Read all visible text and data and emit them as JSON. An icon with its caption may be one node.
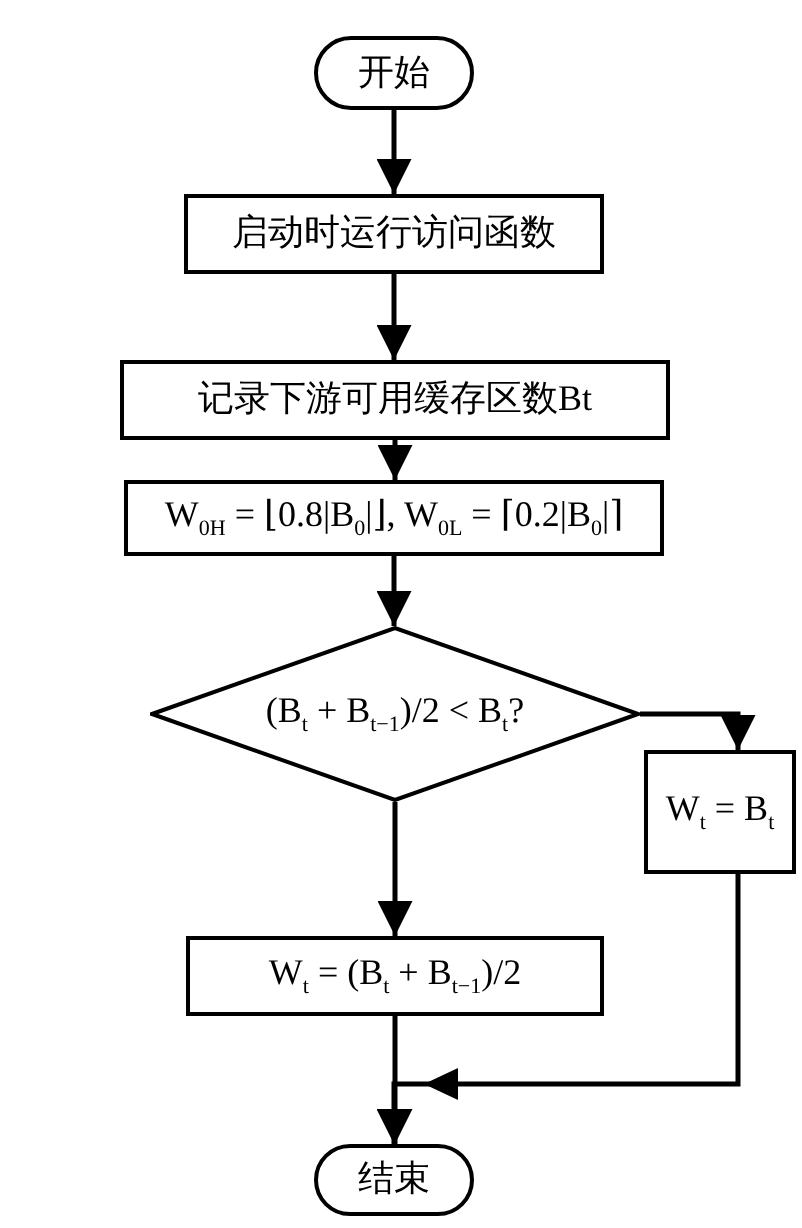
{
  "diagram": {
    "nodes": [
      {
        "text": [
          "开始"
        ]
      },
      {
        "text": [
          "启动时运行访问函数"
        ]
      },
      {
        "text": [
          "记录下游可用缓存区数Bt"
        ]
      },
      {
        "text": [
          "W$_{0H}$ = ⌊0.8|B$_{0}$|⌋, W$_{0L}$ = ⌈0.2|B$_{0}$|⌉"
        ]
      },
      {
        "text": [
          "(B$_{t}$ + B$_{t−1}$)/2 < B$_{t}$?"
        ]
      },
      {
        "text": [
          "W$_{t}$ = B$_{t}$"
        ]
      },
      {
        "text": [
          "W$_{t}$ = (B$_{t}$ + B$_{t−1}$)/2"
        ]
      },
      {
        "text": [
          "结束"
        ]
      }
    ],
    "edges": [
      {
        "from": 0,
        "to": 1,
        "arrow": "to"
      },
      {
        "from": 1,
        "to": 2,
        "arrow": "to"
      },
      {
        "from": 2,
        "to": 3,
        "arrow": "to"
      },
      {
        "from": 3,
        "to": 4,
        "arrow": "to"
      },
      {
        "from": 4,
        "to": 5,
        "arrow": "to"
      },
      {
        "from": 4,
        "to": 6,
        "arrow": "to"
      },
      {
        "from": 6,
        "to": 7,
        "arrow": "to"
      },
      {
        "from": 5,
        "to": 7,
        "arrow": "to"
      }
    ]
  }
}
